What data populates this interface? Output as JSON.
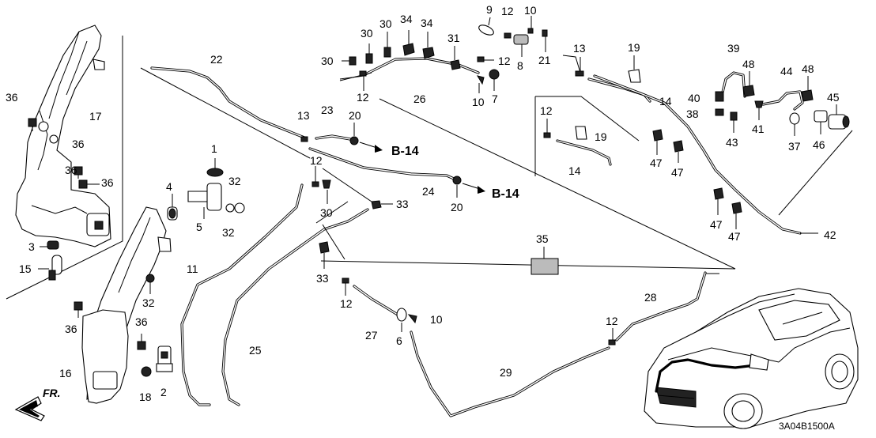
{
  "diagram": {
    "code": "3A04B1500A",
    "front_label": "FR.",
    "ref_label": "B-14",
    "callouts": [
      "1",
      "2",
      "3",
      "4",
      "5",
      "6",
      "7",
      "8",
      "9",
      "10",
      "11",
      "12",
      "13",
      "14",
      "15",
      "16",
      "17",
      "18",
      "19",
      "20",
      "21",
      "22",
      "23",
      "24",
      "25",
      "26",
      "27",
      "28",
      "29",
      "30",
      "31",
      "32",
      "33",
      "34",
      "35",
      "36",
      "37",
      "38",
      "39",
      "40",
      "41",
      "42",
      "43",
      "44",
      "45",
      "46",
      "47",
      "48"
    ]
  }
}
